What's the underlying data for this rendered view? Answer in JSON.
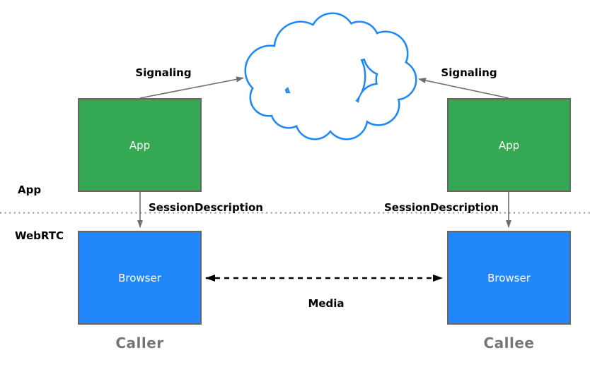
{
  "layers": {
    "app": "App",
    "webrtc": "WebRTC"
  },
  "nodes": {
    "app_caller": "App",
    "app_callee": "App",
    "browser_caller": "Browser",
    "browser_callee": "Browser"
  },
  "connections": {
    "signaling_caller": "Signaling",
    "signaling_callee": "Signaling",
    "session_caller": "SessionDescription",
    "session_callee": "SessionDescription",
    "media": "Media"
  },
  "endpoints": {
    "caller": "Caller",
    "callee": "Callee"
  },
  "icons": {
    "cloud": "network-cloud-icon"
  },
  "colors": {
    "background": "#FFFFFF",
    "app_box_fill": "#35A853",
    "browser_box_fill": "#2287FB",
    "cloud_stroke": "#1E87FA",
    "box_border": "#666666",
    "box_text": "#FFFFFF",
    "connector_gray": "#6E6E6E",
    "media_black": "#000000",
    "divider_gray": "#909090",
    "label_black": "#000000",
    "endpoint_gray": "#757575"
  }
}
